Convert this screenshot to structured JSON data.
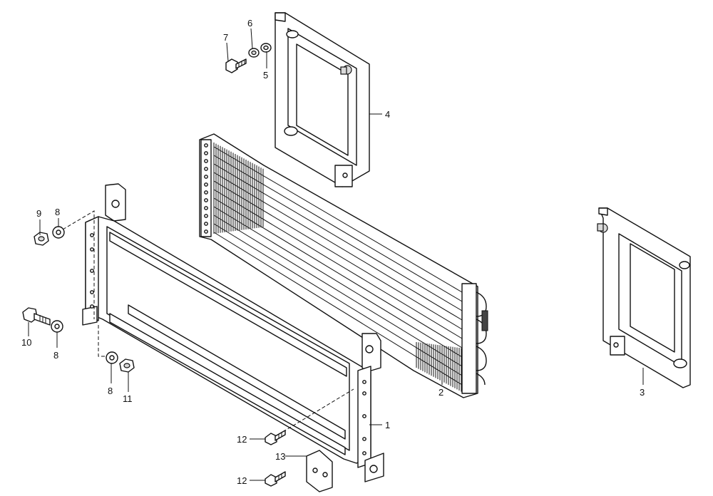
{
  "parts": [
    {
      "id": "p1",
      "label": "1"
    },
    {
      "id": "p2",
      "label": "2"
    },
    {
      "id": "p3",
      "label": "3"
    },
    {
      "id": "p4",
      "label": "4"
    },
    {
      "id": "p5",
      "label": "5"
    },
    {
      "id": "p6",
      "label": "6"
    },
    {
      "id": "p7",
      "label": "7"
    },
    {
      "id": "p8a",
      "label": "8"
    },
    {
      "id": "p8b",
      "label": "8"
    },
    {
      "id": "p8c",
      "label": "8"
    },
    {
      "id": "p9",
      "label": "9"
    },
    {
      "id": "p10",
      "label": "10"
    },
    {
      "id": "p11",
      "label": "11"
    },
    {
      "id": "p12a",
      "label": "12"
    },
    {
      "id": "p12b",
      "label": "12"
    },
    {
      "id": "p13",
      "label": "13"
    }
  ]
}
